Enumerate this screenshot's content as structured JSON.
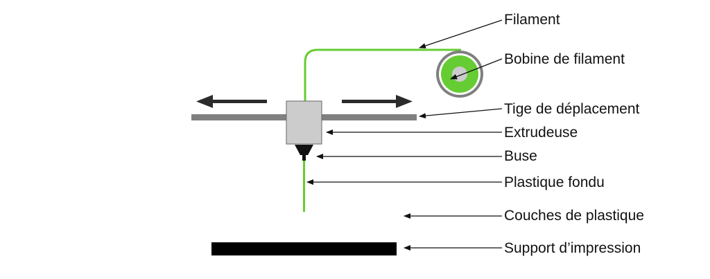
{
  "labels": {
    "filament": "Filament",
    "bobine": "Bobine de filament",
    "tige": "Tige de déplacement",
    "extrudeuse": "Extrudeuse",
    "buse": "Buse",
    "plastique_fondu": "Plastique fondu",
    "couches": "Couches de plastique",
    "support": "Support d’impression"
  },
  "colors": {
    "filament": "#66cc33",
    "rod": "#808080",
    "extruder_body": "#cccccc",
    "nozzle": "#111111",
    "spool_outer": "#7f7f7f",
    "spool_inner": "#66cc33",
    "spool_hub": "#cccccc",
    "support": "#000000",
    "leader": "#111111"
  }
}
